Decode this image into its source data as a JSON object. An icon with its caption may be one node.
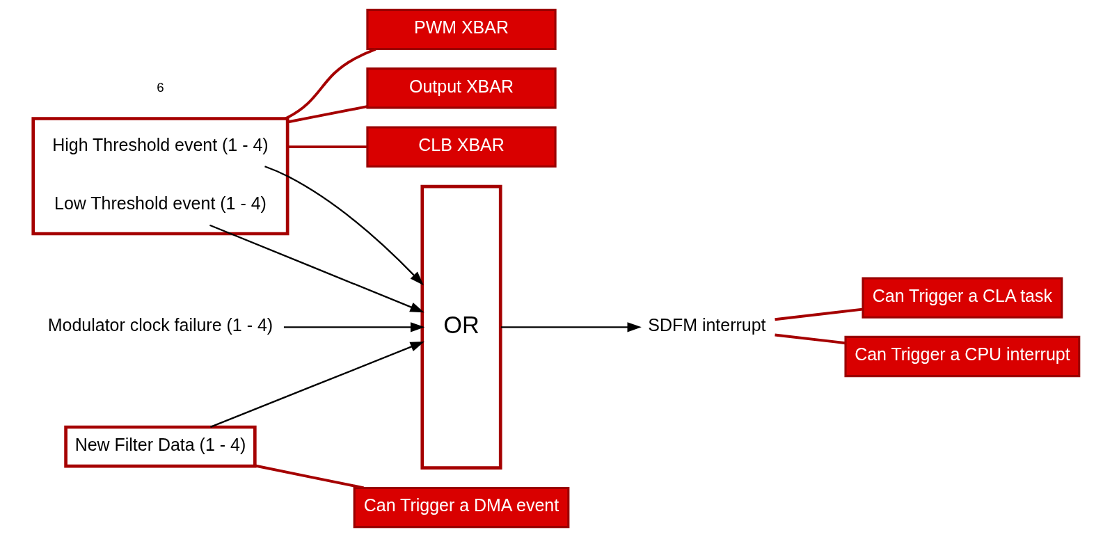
{
  "diagram": {
    "nodes": [
      {
        "text": [],
        "shape": "box"
      },
      {
        "text": [
          "High Threshold event (1 - 4)"
        ],
        "in": 0
      },
      {
        "text": [
          "Low Threshold event (1 - 4)"
        ],
        "in": 0
      },
      {
        "text": [
          "PWM XBAR"
        ]
      },
      {
        "text": [
          "Output XBAR"
        ]
      },
      {
        "text": [
          "CLB XBAR"
        ]
      },
      {
        "text": [
          "New Filter Data (1 - 4)"
        ]
      },
      {
        "text": [
          "Modulator clock failure (1 - 4)"
        ]
      },
      {
        "text": [
          "OR"
        ]
      },
      {
        "text": [
          "SDFM interrupt"
        ]
      },
      {
        "text": [
          "Can Trigger a CLA task"
        ]
      },
      {
        "text": [
          "Can Trigger a CPU interrupt"
        ]
      },
      {
        "text": [
          "Can Trigger a DMA event"
        ]
      }
    ],
    "edges": [
      {
        "from": 0,
        "to": 3,
        "arrow": "none"
      },
      {
        "from": 0,
        "to": 4,
        "arrow": "none"
      },
      {
        "from": 0,
        "to": 5,
        "arrow": "none"
      },
      {
        "from": 1,
        "to": 8,
        "arrow": "to",
        "color": "#000000"
      },
      {
        "from": 2,
        "to": 8,
        "arrow": "to",
        "color": "#000000"
      },
      {
        "from": 6,
        "to": 8,
        "arrow": "to",
        "color": "#000000"
      },
      {
        "from": 7,
        "to": 8,
        "arrow": "to",
        "color": "#000000"
      },
      {
        "from": 8,
        "to": 9,
        "arrow": "to",
        "color": "#000000"
      },
      {
        "from": 9,
        "to": 10,
        "arrow": "none"
      },
      {
        "from": 9,
        "to": 11,
        "arrow": "none"
      },
      {
        "from": 6,
        "to": 12,
        "arrow": "none"
      }
    ],
    "labels": [
      "6"
    ]
  }
}
